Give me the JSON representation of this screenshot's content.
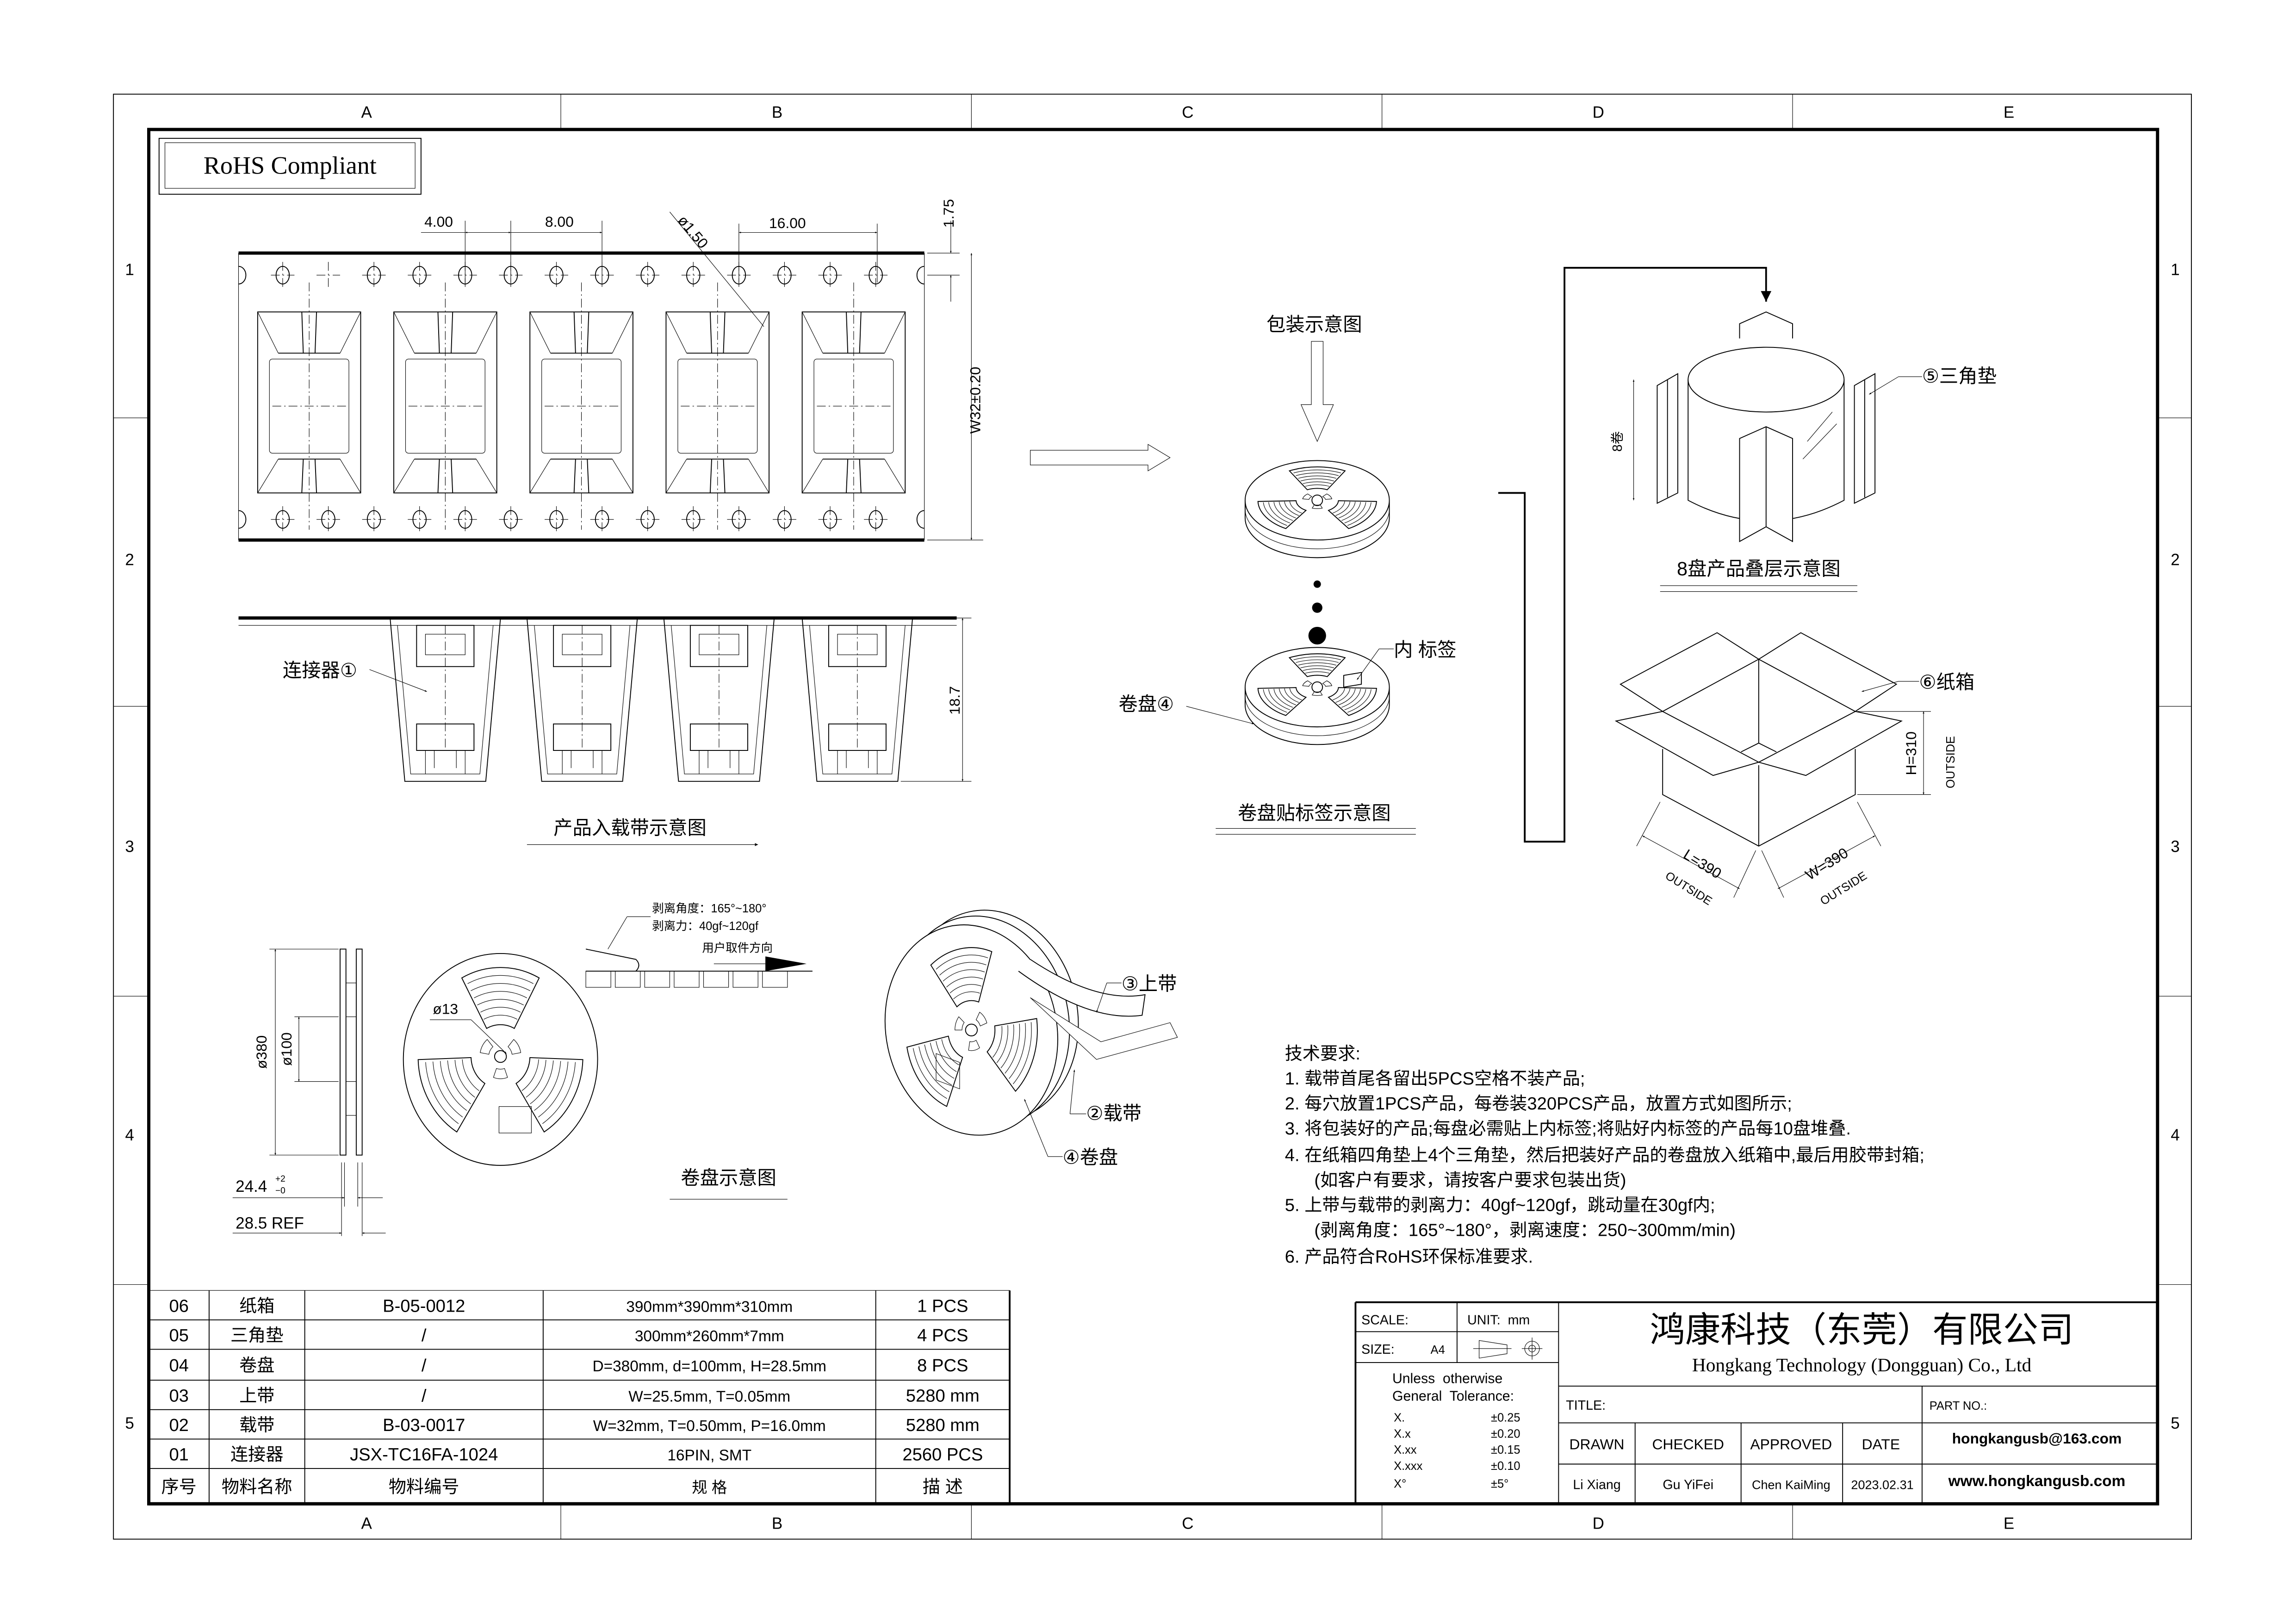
{
  "sheet": {
    "columns": [
      "A",
      "B",
      "C",
      "D",
      "E"
    ],
    "rows": [
      "1",
      "2",
      "3",
      "4",
      "5"
    ]
  },
  "rohs": "RoHS Compliant",
  "tape_top": {
    "dim_4": "4.00",
    "dim_8": "8.00",
    "dim_hole": "ø1.50",
    "dim_16": "16.00",
    "dim_edge": "1.75",
    "dim_width": "W32±0.20"
  },
  "tape_side": {
    "callout": "连接器①",
    "height": "18.7",
    "caption": "产品入载带示意图"
  },
  "reel": {
    "dia": "ø380",
    "hub": "ø100",
    "width1": "24.4",
    "tol_plus": "+2",
    "tol_minus": "−0",
    "width2": "28.5 REF",
    "arbor": "ø13",
    "caption": "卷盘示意图"
  },
  "peel": {
    "angle": "剥离角度：165°~180°",
    "force": "剥离力：40gf~120gf",
    "direction": "用户取件方向"
  },
  "reel3d": {
    "cover_tape": "③上带",
    "carrier_tape": "②载带",
    "reel": "④卷盘"
  },
  "packing": {
    "title": "包装示意图",
    "inner_label": "内 标签",
    "reel": "卷盘④",
    "caption": "卷盘贴标签示意图"
  },
  "stack": {
    "triangle_pad": "⑤三角垫",
    "count": "8卷",
    "caption": "8盘产品叠层示意图"
  },
  "carton": {
    "label": "⑥纸箱",
    "height": "H=310",
    "length": "L=390",
    "width": "W=390",
    "outside": "OUTSIDE"
  },
  "tech": {
    "title": "技术要求:",
    "lines": [
      "1.  载带首尾各留出5PCS空格不装产品;",
      "2.  每穴放置1PCS产品，每卷装320PCS产品，放置方式如图所示;",
      "3.  将包装好的产品;每盘必需贴上内标签;将贴好内标签的产品每10盘堆叠.",
      "4.  在纸箱四角垫上4个三角垫，然后把装好产品的卷盘放入纸箱中,最后用胶带封箱;",
      "      (如客户有要求，请按客户要求包装出货)",
      "5.  上带与载带的剥离力：40gf~120gf，跳动量在30gf内;",
      "      (剥离角度：165°~180°，剥离速度：250~300mm/min)",
      "6.  产品符合RoHS环保标准要求."
    ]
  },
  "bom": {
    "rows": [
      [
        "06",
        "纸箱",
        "B-05-0012",
        "390mm*390mm*310mm",
        "1  PCS"
      ],
      [
        "05",
        "三角垫",
        "/",
        "300mm*260mm*7mm",
        "4  PCS"
      ],
      [
        "04",
        "卷盘",
        "/",
        "D=380mm, d=100mm, H=28.5mm",
        "8  PCS"
      ],
      [
        "03",
        "上带",
        "/",
        "W=25.5mm, T=0.05mm",
        "5280  mm"
      ],
      [
        "02",
        "载带",
        "B-03-0017",
        "W=32mm, T=0.50mm, P=16.0mm",
        "5280  mm"
      ],
      [
        "01",
        "连接器",
        "JSX-TC16FA-1024",
        "16PIN, SMT",
        "2560  PCS"
      ]
    ],
    "header": [
      "序号",
      "物料名称",
      "物料编号",
      "规    格",
      "描    述"
    ]
  },
  "title_block": {
    "scale_label": "SCALE:",
    "unit_label": "UNIT:  mm",
    "size_label": "SIZE:",
    "size_value": "A4",
    "tolerance_title1": "Unless  otherwise",
    "tolerance_title2": "General  Tolerance:",
    "tolerances": [
      [
        "X.",
        "±0.25"
      ],
      [
        "X.x",
        "±0.20"
      ],
      [
        "X.xx",
        "±0.15"
      ],
      [
        "X.xxx",
        "±0.10"
      ],
      [
        "X°",
        "±5°"
      ]
    ],
    "company_cn": "鸿康科技（东莞）有限公司",
    "company_en": "Hongkang Technology (Dongguan) Co., Ltd",
    "title_label": "TITLE:",
    "part_no_label": "PART NO.:",
    "drawn_label": "DRAWN",
    "checked_label": "CHECKED",
    "approved_label": "APPROVED",
    "date_label": "DATE",
    "drawn": "Li Xiang",
    "checked": "Gu YiFei",
    "approved": "Chen KaiMing",
    "date": "2023.02.31",
    "email": "hongkangusb@163.com",
    "website": "www.hongkangusb.com"
  }
}
